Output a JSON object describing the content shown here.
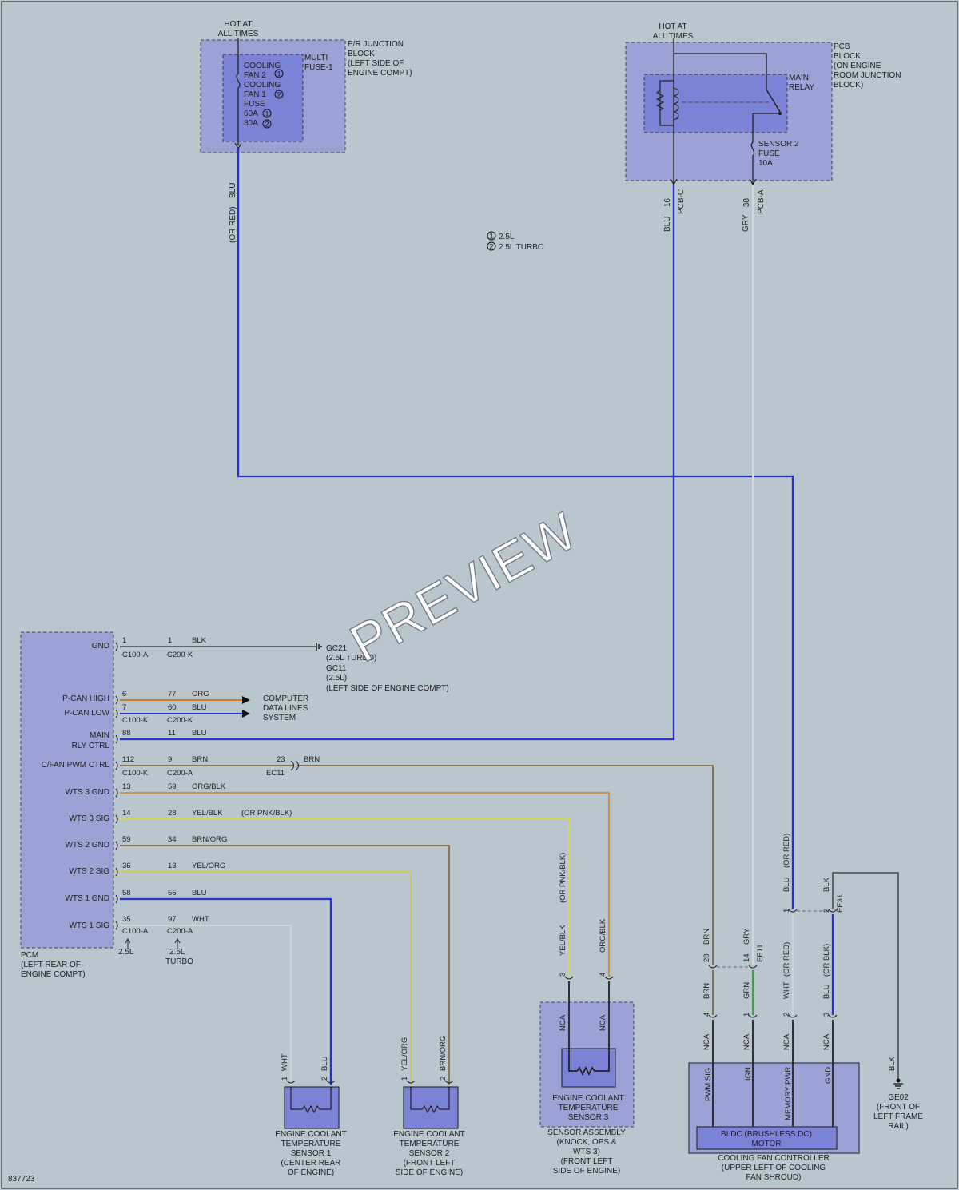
{
  "diagram_id": "837723",
  "watermark": "PREVIEW",
  "legend": [
    {
      "num": "1",
      "text": "2.5L"
    },
    {
      "num": "2",
      "text": "2.5L TURBO"
    }
  ],
  "er_block": {
    "hot": [
      "HOT AT",
      "ALL TIMES"
    ],
    "title": [
      "E/R JUNCTION",
      "BLOCK",
      "(LEFT SIDE OF",
      "ENGINE COMPT)"
    ],
    "multi_fuse": [
      "MULTI",
      "FUSE-1"
    ],
    "fuse_lines": [
      "COOLING",
      "FAN 2",
      "COOLING",
      "FAN 1",
      "FUSE",
      "60A",
      "80A"
    ],
    "wire_color": "BLU",
    "wire_alt": "(OR RED)"
  },
  "pcb_block": {
    "hot": [
      "HOT AT",
      "ALL TIMES"
    ],
    "title": [
      "PCB",
      "BLOCK",
      "(ON ENGINE",
      "ROOM JUNCTION",
      "BLOCK)"
    ],
    "relay": [
      "MAIN",
      "RELAY"
    ],
    "fuse": [
      "SENSOR 2",
      "FUSE",
      "10A"
    ],
    "pin_c": "16",
    "conn_c": "PCB-C",
    "pin_a": "38",
    "conn_a": "PCB-A",
    "wire_c": "BLU",
    "wire_a": "GRY"
  },
  "pcm": {
    "pins": [
      "GND",
      "P-CAN HIGH",
      "P-CAN LOW",
      "MAIN",
      "RLY CTRL",
      "C/FAN PWM CTRL",
      "WTS 3 GND",
      "WTS 3 SIG",
      "WTS 2 GND",
      "WTS 2 SIG",
      "WTS 1 GND",
      "WTS 1 SIG"
    ],
    "title": [
      "PCM",
      "(LEFT REAR OF",
      "ENGINE COMPT)"
    ],
    "conn_a": "C100-A",
    "conn_k": "C100-K",
    "conn2_k": "C200-K",
    "conn2_a": "C200-A",
    "note_25l": "2.5L",
    "note_turbo": [
      "2.5L",
      "TURBO"
    ]
  },
  "wires": [
    {
      "p1": "1",
      "p2": "1",
      "color": "BLK"
    },
    {
      "p1": "6",
      "p2": "77",
      "color": "ORG"
    },
    {
      "p1": "7",
      "p2": "60",
      "color": "BLU"
    },
    {
      "p1": "88",
      "p2": "11",
      "color": "BLU"
    },
    {
      "p1": "112",
      "p2": "9",
      "color": "BRN"
    },
    {
      "p1": "13",
      "p2": "59",
      "color": "ORG/BLK"
    },
    {
      "p1": "14",
      "p2": "28",
      "color": "YEL/BLK",
      "alt": "(OR PNK/BLK)"
    },
    {
      "p1": "59",
      "p2": "34",
      "color": "BRN/ORG"
    },
    {
      "p1": "36",
      "p2": "13",
      "color": "YEL/ORG"
    },
    {
      "p1": "58",
      "p2": "55",
      "color": "BLU"
    },
    {
      "p1": "35",
      "p2": "97",
      "color": "WHT"
    }
  ],
  "ground": {
    "label": [
      "GC21",
      "(2.5L TURBO)",
      "GC11",
      "(2.5L)",
      "(LEFT SIDE OF ENGINE COMPT)"
    ]
  },
  "data_lines": [
    "COMPUTER",
    "DATA LINES",
    "SYSTEM"
  ],
  "ec11": {
    "pin": "23",
    "name": "EC11",
    "color": "BRN"
  },
  "sensor1": {
    "title": [
      "ENGINE COOLANT",
      "TEMPERATURE",
      "SENSOR 1",
      "(CENTER REAR",
      "OF ENGINE)"
    ],
    "pin1": "1",
    "w1": "WHT",
    "pin2": "2",
    "w2": "BLU"
  },
  "sensor2": {
    "title": [
      "ENGINE COOLANT",
      "TEMPERATURE",
      "SENSOR 2",
      "(FRONT LEFT",
      "SIDE OF ENGINE)"
    ],
    "pin1": "1",
    "w1": "YEL/ORG",
    "pin2": "2",
    "w2": "BRN/ORG"
  },
  "sensor3": {
    "inner": [
      "ENGINE COOLANT",
      "TEMPERATURE",
      "SENSOR 3"
    ],
    "title": [
      "SENSOR ASSEMBLY",
      "(KNOCK, OPS &",
      "WTS 3)",
      "(FRONT LEFT",
      "SIDE OF ENGINE)"
    ],
    "pin3": "3",
    "pin4": "4",
    "w3": "YEL/BLK",
    "w3_alt": "(OR PNK/BLK)",
    "w4": "ORG/BLK",
    "nca": "NCA"
  },
  "ee11": {
    "name": "EE11",
    "p28": "28",
    "p14": "14",
    "w_brn": "BRN",
    "w_gry": "GRY"
  },
  "ee31": {
    "name": "EE31",
    "p1": "1",
    "p2": "2",
    "w_blu": "BLU",
    "w_blu_alt": "(OR RED)",
    "w_blk": "BLK"
  },
  "fan_ctrl": {
    "wires": [
      {
        "w": "BRN",
        "pin": "4"
      },
      {
        "w": "GRN",
        "pin": "1"
      },
      {
        "w": "WHT",
        "alt": "(OR RED)",
        "pin": "2"
      },
      {
        "w": "BLU",
        "alt": "(OR BLK)",
        "pin": "3"
      }
    ],
    "nca": "NCA",
    "pins": [
      "PWM SIG",
      "IGN",
      "MEMORY PWR",
      "GND"
    ],
    "motor": [
      "BLDC (BRUSHLESS DC)",
      "MOTOR"
    ],
    "title": [
      "COOLING FAN CONTROLLER",
      "(UPPER LEFT OF COOLING",
      "FAN SHROUD)"
    ]
  },
  "ge02": {
    "wire": "BLK",
    "label": [
      "GE02",
      "(FRONT OF",
      "LEFT FRAME",
      "RAIL)"
    ]
  }
}
